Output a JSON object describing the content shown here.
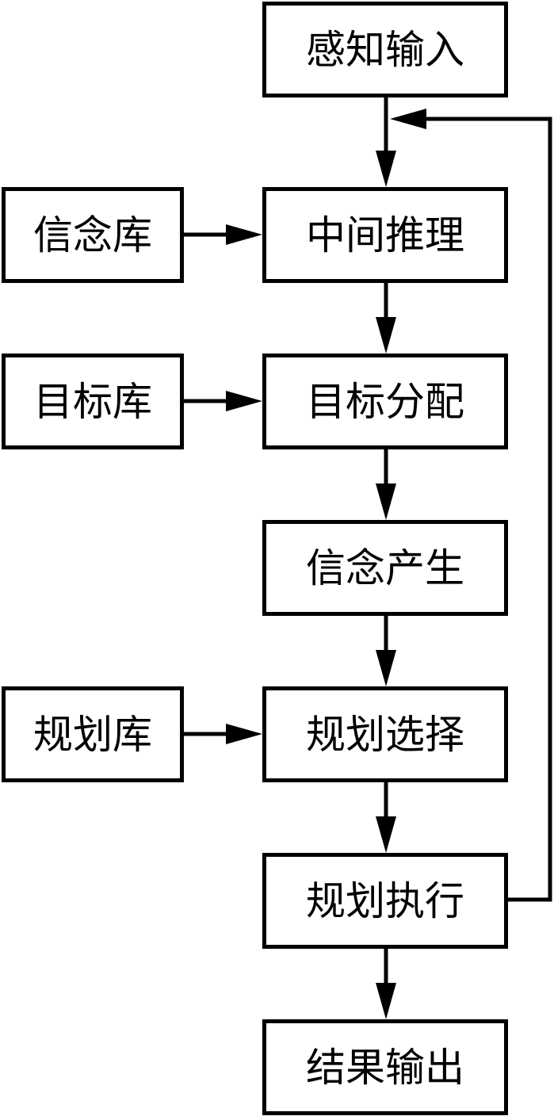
{
  "colors": {
    "stroke": "#000000",
    "background": "#ffffff"
  },
  "nodes": {
    "perception_input": "感知输入",
    "intermediate_reasoning": "中间推理",
    "goal_allocation": "目标分配",
    "belief_generation": "信念产生",
    "plan_selection": "规划选择",
    "plan_execution": "规划执行",
    "result_output": "结果输出",
    "belief_base": "信念库",
    "goal_base": "目标库",
    "plan_base": "规划库"
  },
  "edges": [
    {
      "from": "perception_input",
      "to": "intermediate_reasoning"
    },
    {
      "from": "belief_base",
      "to": "intermediate_reasoning"
    },
    {
      "from": "intermediate_reasoning",
      "to": "goal_allocation"
    },
    {
      "from": "goal_base",
      "to": "goal_allocation"
    },
    {
      "from": "goal_allocation",
      "to": "belief_generation"
    },
    {
      "from": "belief_generation",
      "to": "plan_selection"
    },
    {
      "from": "plan_base",
      "to": "plan_selection"
    },
    {
      "from": "plan_selection",
      "to": "plan_execution"
    },
    {
      "from": "plan_execution",
      "to": "result_output"
    },
    {
      "from": "plan_execution",
      "to": "intermediate_reasoning",
      "kind": "feedback"
    }
  ]
}
